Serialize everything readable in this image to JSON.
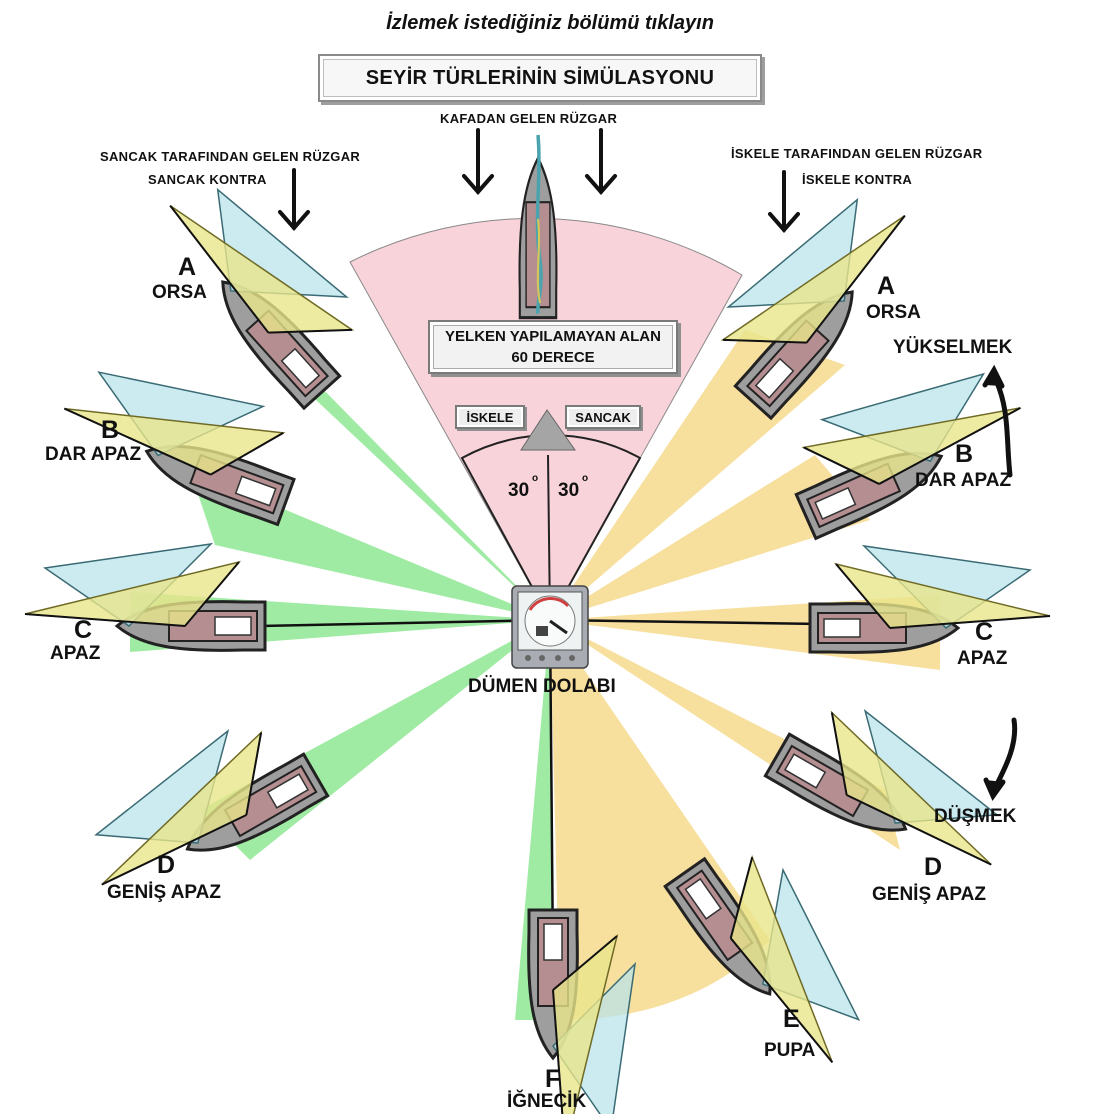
{
  "instruction": "İzlemek istediğiniz bölümü tıklayın",
  "main_button": "SEYİR TÜRLERİNİN SİMÜLASYONU",
  "head_wind": "KAFADAN GELEN RÜZGAR",
  "starboard_wind": "SANCAK TARAFINDAN GELEN RÜZGAR",
  "starboard_tack": "SANCAK KONTRA",
  "port_wind": "İSKELE TARAFINDAN GELEN RÜZGAR",
  "port_tack": "İSKELE KONTRA",
  "no_sail_zone": {
    "line1": "YELKEN YAPILAMAYAN ALAN",
    "line2": "60 DERECE"
  },
  "port_button": "İSKELE",
  "starboard_button": "SANCAK",
  "angle_left": "30",
  "angle_right": "30",
  "degree_symbol": "o",
  "helm_label": "DÜMEN DOLABI",
  "luff_up": "YÜKSELMEK",
  "bear_away": "DÜŞMEK",
  "points_of_sail": {
    "left": [
      {
        "letter": "A",
        "name": "ORSA"
      },
      {
        "letter": "B",
        "name": "DAR APAZ"
      },
      {
        "letter": "C",
        "name": "APAZ"
      },
      {
        "letter": "D",
        "name": "GENİŞ APAZ"
      }
    ],
    "right": [
      {
        "letter": "A",
        "name": "ORSA"
      },
      {
        "letter": "B",
        "name": "DAR APAZ"
      },
      {
        "letter": "C",
        "name": "APAZ"
      },
      {
        "letter": "D",
        "name": "GENİŞ APAZ"
      },
      {
        "letter": "E",
        "name": "PUPA"
      }
    ],
    "bottom": {
      "letter": "F",
      "name": "İĞNECİK"
    }
  },
  "colors": {
    "no_sail_fill": "#f8d3da",
    "starboard_sector": "#8fe894",
    "port_sector": "#f6dc93",
    "jib": "#b7e3ea",
    "mainsail": "#e9e58a",
    "hull": "#9b9b9b",
    "cockpit": "#b48e90",
    "deck_line": "#222222"
  },
  "icons": [
    "down-arrow-icon",
    "curved-arrow-icon",
    "instrument-icon",
    "sailboat-icon"
  ]
}
